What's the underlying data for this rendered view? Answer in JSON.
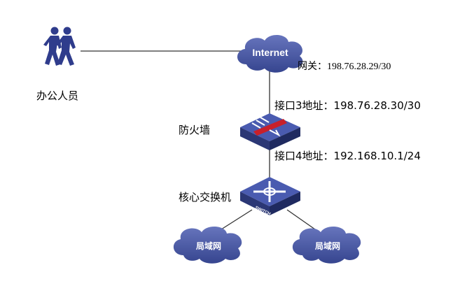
{
  "nodes": {
    "staff": {
      "label": "办公人员",
      "icon": "people-icon"
    },
    "internet": {
      "label": "Internet",
      "icon": "cloud-icon"
    },
    "firewall": {
      "label": "防火墙",
      "icon": "firewall-icon"
    },
    "core_switch": {
      "label": "核心交换机",
      "icon": "switch-icon",
      "badge": "SWITCH"
    },
    "lan1": {
      "label": "局域网",
      "icon": "cloud-icon"
    },
    "lan2": {
      "label": "局域网",
      "icon": "cloud-icon"
    }
  },
  "annotations": {
    "gateway": "网关：198.76.28.29/30",
    "port3": "接口3地址：198.76.28.30/30",
    "port4": "接口4地址：192.168.10.1/24"
  },
  "colors": {
    "device": "#3d4e9e",
    "device_dark": "#27336f",
    "cloud": "#4a5aa8",
    "firewall_bar": "#c8202a",
    "line": "#333333"
  }
}
